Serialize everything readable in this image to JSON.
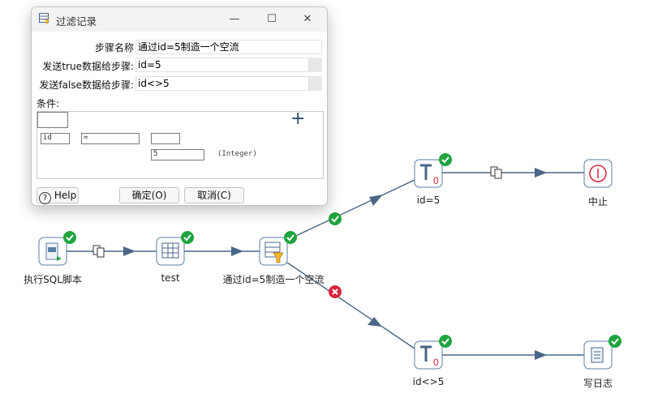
{
  "dialog": {
    "title": "过滤记录",
    "minimize_label": "—",
    "maximize_label": "☐",
    "close_label": "✕",
    "step_name_label": "步骤名称",
    "step_name_value": "通过id=5制造一个空流",
    "send_true_label": "发送true数据给步骤:",
    "send_true_value": "id=5",
    "send_false_label": "发送false数据给步骤:",
    "send_false_value": "id<>5",
    "conditions_label": "条件:",
    "condition": {
      "field": "id",
      "operator": "=",
      "value": "5",
      "type_label": "(Integer)"
    },
    "add_label": "+",
    "help_label": "Help",
    "ok_label": "确定(O)",
    "cancel_label": "取消(C)"
  },
  "nodes": {
    "sql": "执行SQL脚本",
    "test": "test",
    "filter": "通过id=5制造一个空流",
    "id5": "id=5",
    "abort": "中止",
    "idn5": "id<>5",
    "log": "写日志"
  },
  "colors": {
    "hop": "#4a6787",
    "success": "#1fa43f",
    "error": "#d7263d",
    "node_border": "#5a7fa6"
  }
}
